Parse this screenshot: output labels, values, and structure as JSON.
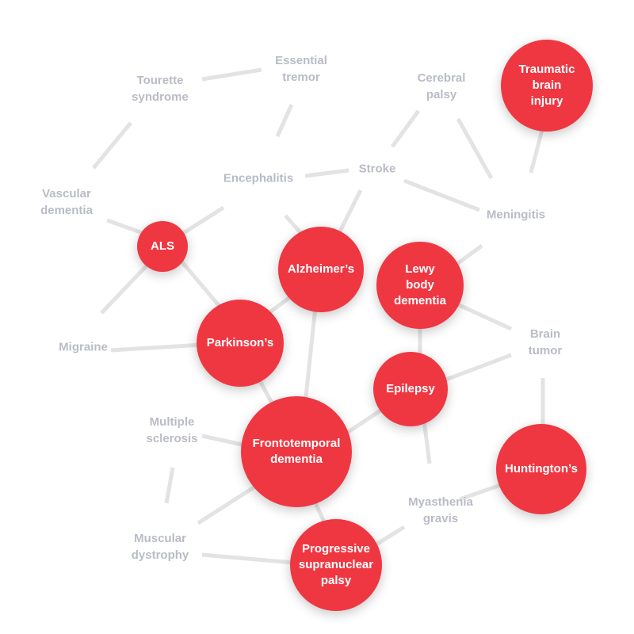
{
  "colors": {
    "highlight": "#ef3742",
    "label": "#b9bcc6",
    "edge": "#e3e3e3"
  },
  "highlighted": {
    "tbi": "Traumatic\nbrain\ninjury",
    "als": "ALS",
    "alzheimers": "Alzheimer’s",
    "lewy": "Lewy\nbody\ndementia",
    "parkinsons": "Parkinson’s",
    "epilepsy": "Epilepsy",
    "ftd": "Frontotemporal\ndementia",
    "huntingtons": "Huntington’s",
    "psp": "Progressive\nsupranuclear\npalsy"
  },
  "labels": {
    "tourette": "Tourette\nsyndrome",
    "tremor": "Essential\ntremor",
    "cerebral": "Cerebral\npalsy",
    "encephalitis": "Encephalitis",
    "stroke": "Stroke",
    "vascular": "Vascular\ndementia",
    "meningitis": "Meningitis",
    "migraine": "Migraine",
    "tumor": "Brain\ntumor",
    "ms": "Multiple\nsclerosis",
    "myasthenia": "Myasthenia\ngravis",
    "muscular": "Muscular\ndystrophy"
  }
}
